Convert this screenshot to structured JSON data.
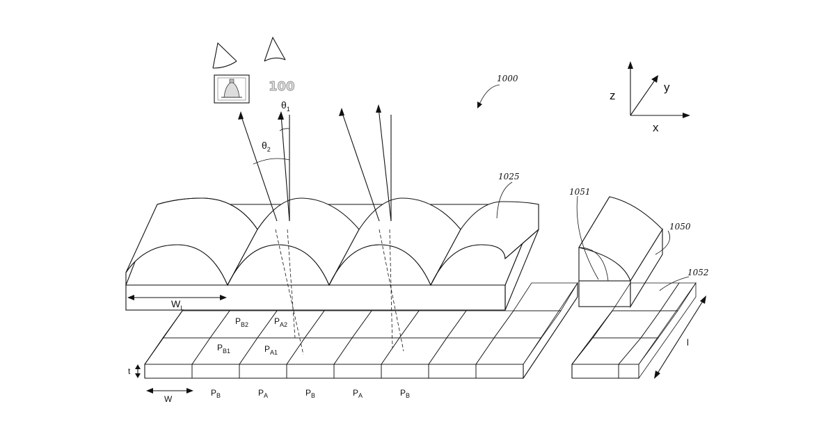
{
  "figure": {
    "ref_main": "1000",
    "ref_lens": "1025",
    "ref_single_lens": "1050",
    "ref_edge": "1051",
    "ref_pixel": "1052"
  },
  "axes": {
    "z": "z",
    "y": "y",
    "x": "x"
  },
  "angles": {
    "theta1_base": "θ",
    "theta1_sub": "1",
    "theta2_base": "θ",
    "theta2_sub": "2"
  },
  "images": {
    "coin_value": "100"
  },
  "labels": {
    "WL_base": "W",
    "WL_sub": "L",
    "t": "t",
    "W": "W",
    "l": "l",
    "PB2_base": "P",
    "PB2_sub": "B2",
    "PA2_base": "P",
    "PA2_sub": "A2",
    "PB1_base": "P",
    "PB1_sub": "B1",
    "PA1_base": "P",
    "PA1_sub": "A1"
  },
  "bottom_row": [
    {
      "base": "P",
      "sub": "B"
    },
    {
      "base": "P",
      "sub": "A"
    },
    {
      "base": "P",
      "sub": "B"
    },
    {
      "base": "P",
      "sub": "A"
    },
    {
      "base": "P",
      "sub": "B"
    }
  ]
}
